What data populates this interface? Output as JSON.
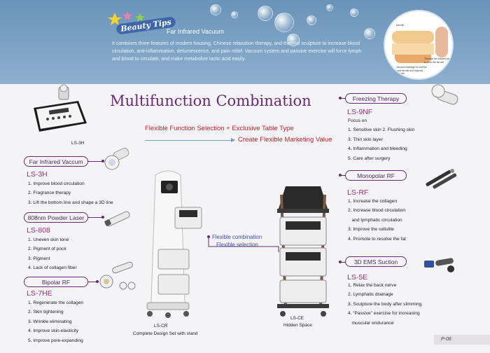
{
  "banner": {
    "badge": "Beauty Tips",
    "title": "Far Infrared Vacuum",
    "description": "It combines three features of modern housing, Chinese relaxation therapy, and thermal sculpture to increase blood circulation, anti-inflammation, detumescence, and pain relief. Vacuum system and passive exercise will force lymph and blood to circulate, and make metabolize lactic acid easily.",
    "diagram_labels": {
      "top": "Dermis",
      "right": "Through far infrared ray to burn the fat cell",
      "bottom": "Vacuum drainage to soft the hard fat cell and improve cellulite"
    }
  },
  "main": {
    "title": "Multifunction Combination",
    "flex_line": "Flexible Function Selection + Exclusive Table Type",
    "market_line": "Create Flexible Marketing Value"
  },
  "devices": {
    "ls3h_label": "LS-3H",
    "cr_label": "LS-CR",
    "cr_sub": "Complete Design Set with stand",
    "ce_label": "LS-CE",
    "ce_sub": "Hidden Space",
    "callout_1": "Flexible combination",
    "callout_2": "Flexible selection"
  },
  "left_sections": [
    {
      "heading": "Far Infrared Vaccum",
      "model": "LS-3H",
      "items": [
        "1. Improve blood circulation",
        "2. Fragrance therapy",
        "3. Lift the bottom line and shape a 3D line"
      ]
    },
    {
      "heading": "808nm Powder Laser",
      "model": "LS-808",
      "items": [
        "1. Uneven skin tone",
        "2. Pigment of pock",
        "3. Pigment",
        "4. Lack of collagen fiber"
      ]
    },
    {
      "heading": "Bipolar RF",
      "model": "LS-7HE",
      "items": [
        "1. Regenerate the collagen",
        "2. Skin tightening",
        "3. Wrinkle eliminating",
        "4. Improve skin-elasticity",
        "5. Improve pore-expanding"
      ]
    }
  ],
  "right_sections": [
    {
      "heading": "Freezing Therapy",
      "model": "LS-9NF",
      "items": [
        "Focus on",
        "1. Sensitive skin 2. Flushing skin",
        "3. Thin skin layer",
        "4. Inflammation and bleeding",
        "5. Care after surgery"
      ]
    },
    {
      "heading": "Monopolar RF",
      "model": "LS-RF",
      "items": [
        "1. Increase the collagen",
        "2. Increase blood circulation",
        "   and lymphatic circulation",
        "3. Improve the cellulite",
        "4. Promote to resolve the fat"
      ]
    },
    {
      "heading": "3D EMS Suction",
      "model": "LS-5E",
      "items": [
        "1. Relax the back nerve",
        "2. Lymphatic drainage",
        "3. Sculpture the body after slimming",
        "4. “Passive” exercise for increasing",
        "   muscular endurance"
      ]
    }
  ],
  "footer": {
    "page": "P-06"
  }
}
